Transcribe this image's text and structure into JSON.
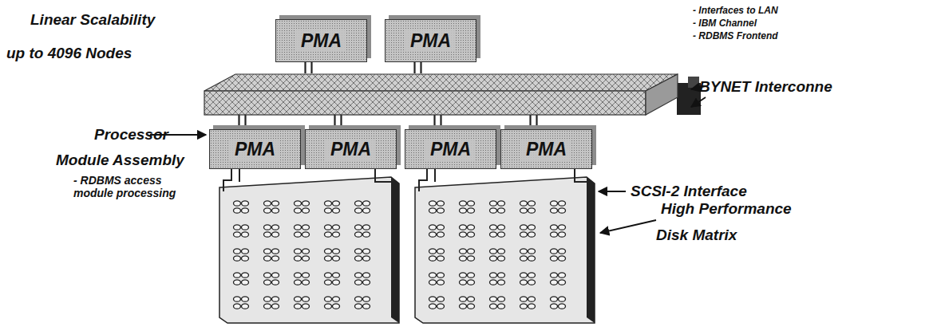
{
  "diagram": {
    "nodes": [
      {
        "text": [
          "PMA"
        ]
      },
      {
        "text": [
          "PMA"
        ]
      },
      {
        "text": [
          "BYNET Interconne"
        ]
      },
      {
        "text": [
          "PMA"
        ]
      },
      {
        "text": [
          "PMA"
        ]
      },
      {
        "text": [
          "PMA"
        ]
      },
      {
        "text": [
          "PMA"
        ]
      }
    ],
    "edges": [
      {
        "from": 0,
        "to": 2,
        "arrow": "none"
      },
      {
        "from": 1,
        "to": 2,
        "arrow": "none"
      },
      {
        "from": 2,
        "to": 3,
        "arrow": "none"
      },
      {
        "from": 2,
        "to": 4,
        "arrow": "none"
      },
      {
        "from": 2,
        "to": 5,
        "arrow": "none"
      },
      {
        "from": 2,
        "to": 6,
        "arrow": "none"
      }
    ],
    "labels": [
      "Linear Scalability",
      "up to 4096 Nodes",
      "- Interfaces to LAN",
      "- IBM Channel",
      "- RDBMS Frontend",
      "Processor",
      "Module Assembly",
      "- RDBMS access module processing",
      "SCSI-2 Interface",
      "High Performance",
      "Disk Matrix"
    ]
  }
}
